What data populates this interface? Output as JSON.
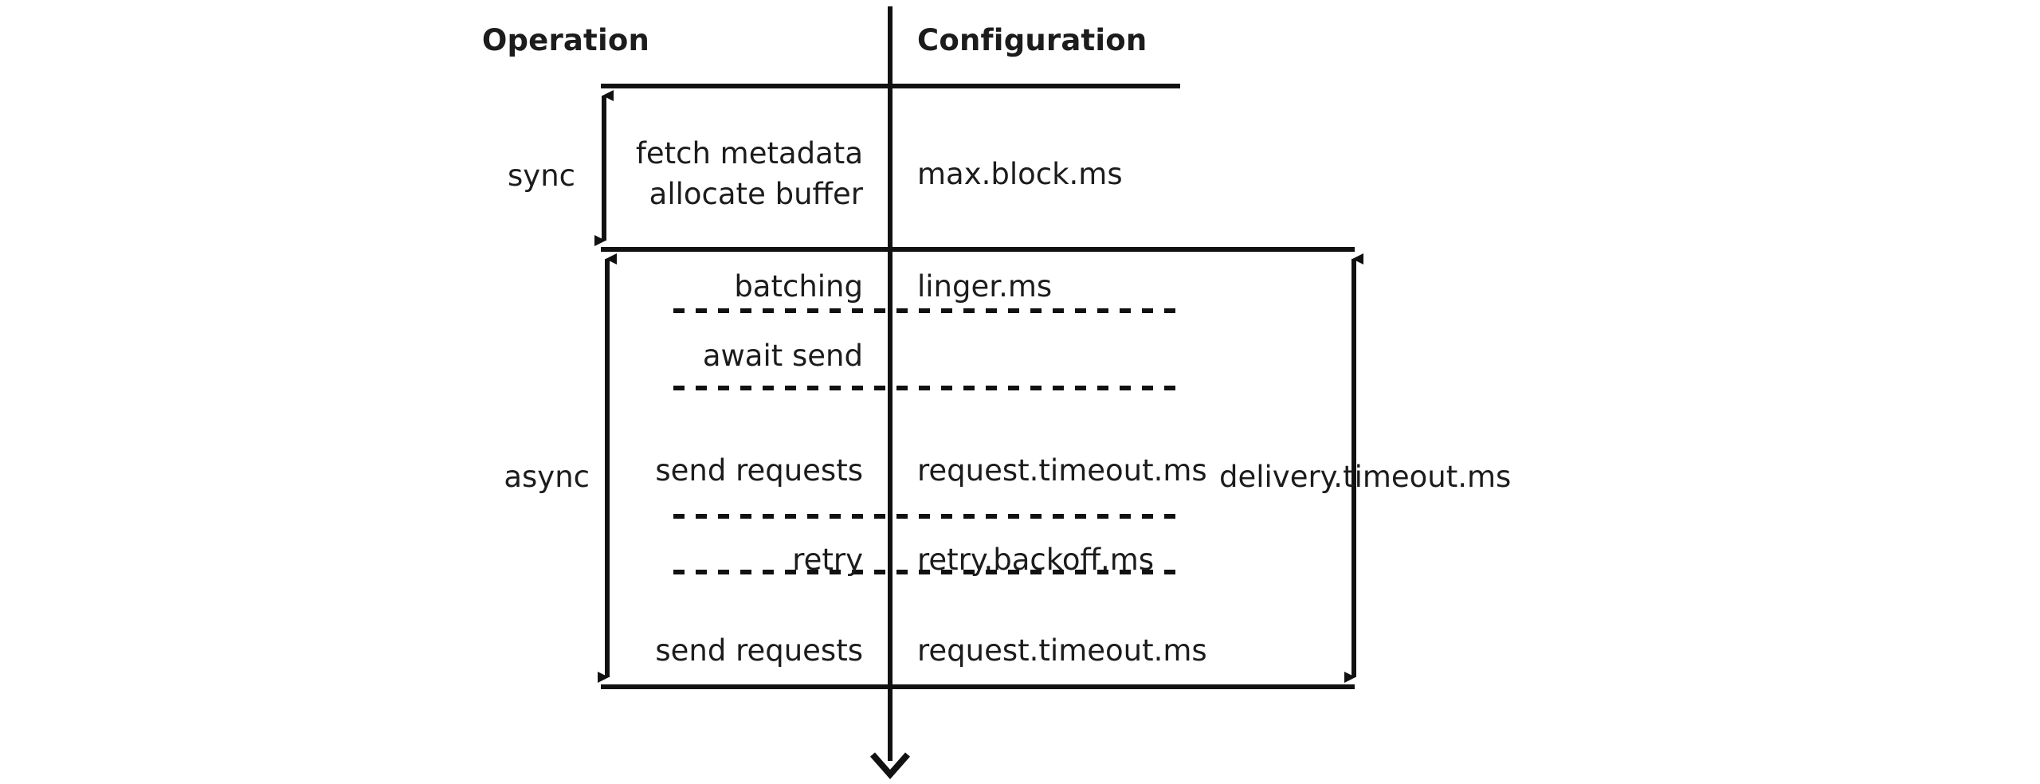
{
  "diagram": {
    "title_columns": {
      "operation": "Operation",
      "configuration": "Configuration"
    },
    "phases": [
      {
        "name": "sync",
        "label": "sync"
      },
      {
        "name": "async",
        "label": "async"
      }
    ],
    "rows": [
      {
        "phase": "sync",
        "operation_lines": [
          "fetch metadata",
          "allocate buffer"
        ],
        "configuration": "max.block.ms"
      },
      {
        "phase": "async",
        "operation_lines": [
          "batching"
        ],
        "configuration": "linger.ms"
      },
      {
        "phase": "async",
        "operation_lines": [
          "await send"
        ],
        "configuration": ""
      },
      {
        "phase": "async",
        "operation_lines": [
          "send requests"
        ],
        "configuration": "request.timeout.ms"
      },
      {
        "phase": "async",
        "operation_lines": [
          "retry"
        ],
        "configuration": "retry.backoff.ms"
      },
      {
        "phase": "async",
        "operation_lines": [
          "send requests"
        ],
        "configuration": "request.timeout.ms"
      }
    ],
    "overall_bracket": {
      "label": "delivery.timeout.ms"
    },
    "colors": {
      "line": "#111111",
      "text": "#1c1c1c",
      "background": "#ffffff"
    }
  }
}
